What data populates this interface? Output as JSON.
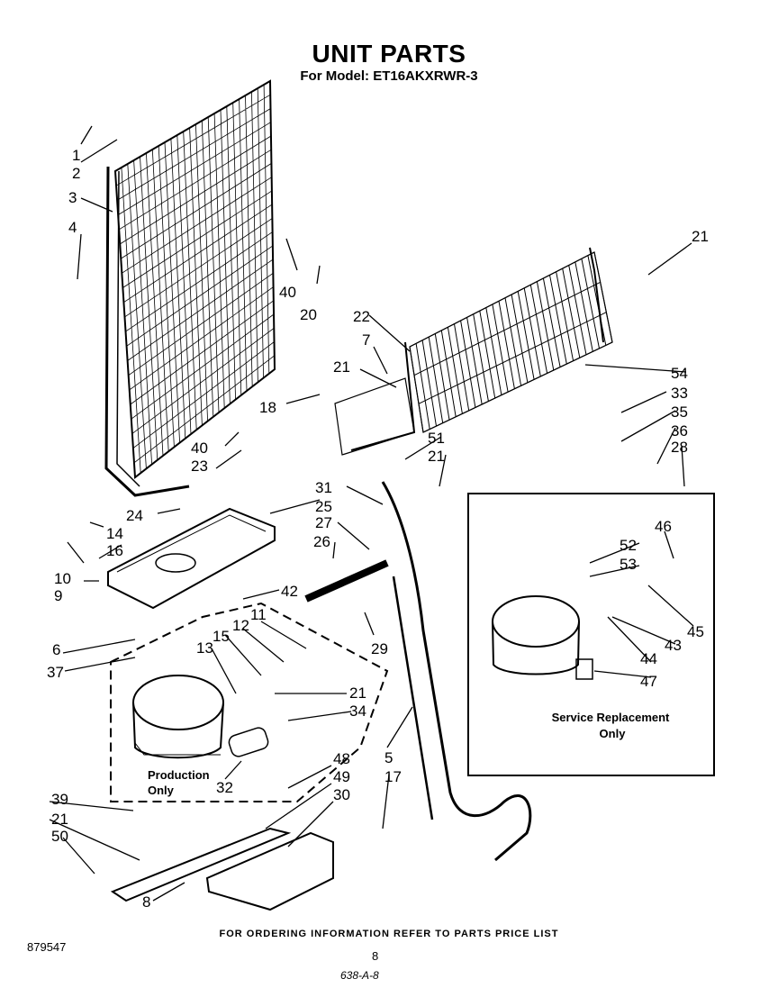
{
  "title": "UNIT PARTS",
  "subtitle": "For Model: ET16AKXRWR-3",
  "footer": "FOR ORDERING INFORMATION REFER TO PARTS PRICE LIST",
  "code": "879547",
  "page": "8",
  "ref": "638-A-8",
  "production_note": [
    "Production",
    "Only"
  ],
  "service_note": [
    "Service Replacement",
    "Only"
  ],
  "callouts": [
    "1",
    "2",
    "3",
    "4",
    "40",
    "20",
    "21",
    "22",
    "7",
    "21",
    "18",
    "54",
    "33",
    "35",
    "36",
    "28",
    "40",
    "23",
    "51",
    "21",
    "24",
    "31",
    "25",
    "14",
    "16",
    "27",
    "26",
    "10",
    "9",
    "42",
    "11",
    "12",
    "15",
    "13",
    "6",
    "37",
    "29",
    "46",
    "52",
    "53",
    "45",
    "43",
    "44",
    "47",
    "21",
    "34",
    "5",
    "17",
    "48",
    "49",
    "30",
    "32",
    "39",
    "21",
    "50",
    "8"
  ]
}
